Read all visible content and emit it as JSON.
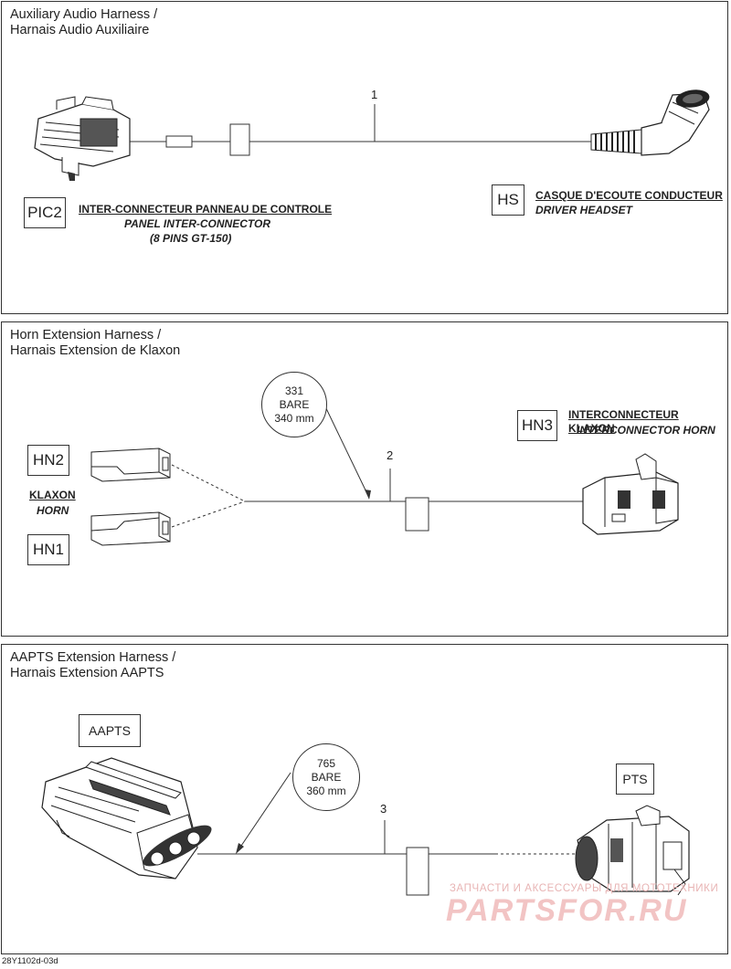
{
  "panels": [
    {
      "title_line1": "Auxiliary Audio Harness /",
      "title_line2": "Harnais Audio Auxiliaire",
      "item_number": "1",
      "left_code": "PIC2",
      "left_label_line1": "INTER-CONNECTEUR PANNEAU DE CONTROLE",
      "left_label_line2": "PANEL INTER-CONNECTOR",
      "left_label_line3": "(8 PINS GT-150)",
      "right_code": "HS",
      "right_label_line1": "CASQUE D'ECOUTE CONDUCTEUR",
      "right_label_line2": "DRIVER HEADSET"
    },
    {
      "title_line1": "Horn Extension Harness /",
      "title_line2": "Harnais Extension de Klaxon",
      "item_number": "2",
      "wire_line1": "331",
      "wire_line2": "BARE",
      "wire_line3": "340 mm",
      "code_top": "HN2",
      "code_bottom": "HN1",
      "left_label_line1": "KLAXON",
      "left_label_line2": "HORN",
      "right_code": "HN3",
      "right_label_line1": "INTERCONNECTEUR KLAXON",
      "right_label_line2": "INTERCONNECTOR HORN"
    },
    {
      "title_line1": "AAPTS Extension Harness /",
      "title_line2": "Harnais Extension AAPTS",
      "item_number": "3",
      "wire_line1": "765",
      "wire_line2": "BARE",
      "wire_line3": "360 mm",
      "left_code": "AAPTS",
      "right_code": "PTS"
    }
  ],
  "footer_code": "28Y1102d-03d",
  "watermark_line1": "ЗАПЧАСТИ И АКСЕССУАРЫ ДЛЯ МОТОТЕХНИКИ",
  "watermark_line2": "PARTSFOR.RU"
}
